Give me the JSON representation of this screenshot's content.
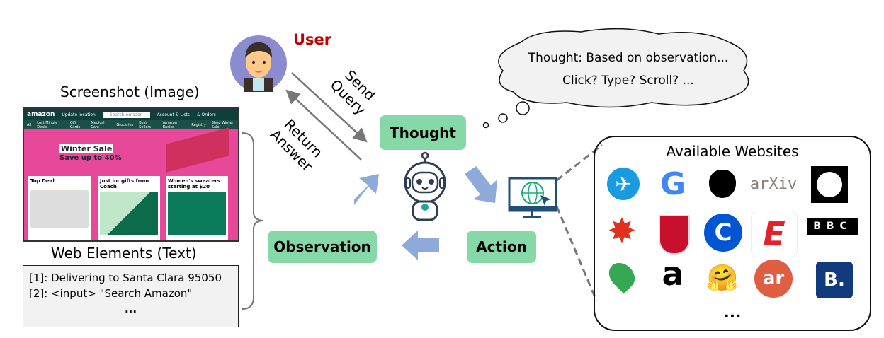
{
  "screenshot_label": "Screenshot (Image)",
  "web_elements_label": "Web Elements (Text)",
  "amazon_screenshot": {
    "logo": "amazon",
    "deliver": "Update location",
    "search_placeholder": "Search Amazon",
    "account": "Account & Lists",
    "orders": "& Orders",
    "nav": [
      "All",
      "Last Minute Deals",
      "Gift Cards",
      "Medical Care",
      "Groceries",
      "Best Sellers",
      "Amazon Basics",
      "Registry",
      "Shop Winter Sale"
    ],
    "banner_title": "Winter Sale",
    "banner_sub": "Save up to 40%",
    "cards": [
      "Top Deal",
      "Just in: gifts from Coach",
      "Women's sweaters starting at $20"
    ]
  },
  "web_elements": [
    "[1]: Delivering to Santa Clara 95050",
    "[2]: <input> \"Search Amazon\"",
    "..."
  ],
  "user_label": "User",
  "send_query": "Send Query",
  "return_answer": "Return Answer",
  "thought_label": "Thought",
  "observation_label": "Observation",
  "action_label": "Action",
  "thought_bubble": [
    "Thought: Based on observation...",
    "Click? Type? Scroll? ..."
  ],
  "websites_title": "Available Websites",
  "websites": [
    {
      "icon": "flights-icon",
      "text": "✈"
    },
    {
      "icon": "google-icon",
      "text": "G"
    },
    {
      "icon": "apple-icon",
      "text": ""
    },
    {
      "icon": "arxiv-icon",
      "text": "arXiv"
    },
    {
      "icon": "github-icon",
      "text": ""
    },
    {
      "icon": "wolfram-icon",
      "text": "✸"
    },
    {
      "icon": "cambridge-icon",
      "text": ""
    },
    {
      "icon": "coursera-icon",
      "text": "C"
    },
    {
      "icon": "espn-icon",
      "text": "E"
    },
    {
      "icon": "bbc-icon",
      "text": "BBC"
    },
    {
      "icon": "google-maps-icon",
      "text": ""
    },
    {
      "icon": "amazon-icon",
      "text": "a"
    },
    {
      "icon": "huggingface-icon",
      "text": "🤗"
    },
    {
      "icon": "allrecipes-icon",
      "text": "ar"
    },
    {
      "icon": "booking-icon",
      "text": "B."
    }
  ],
  "websites_more": "...",
  "colors": {
    "green_box": "#86d8a6",
    "blue_arrow": "#8eaadb",
    "user_red": "#c00000",
    "avatar_bg": "#8b8bd0"
  }
}
